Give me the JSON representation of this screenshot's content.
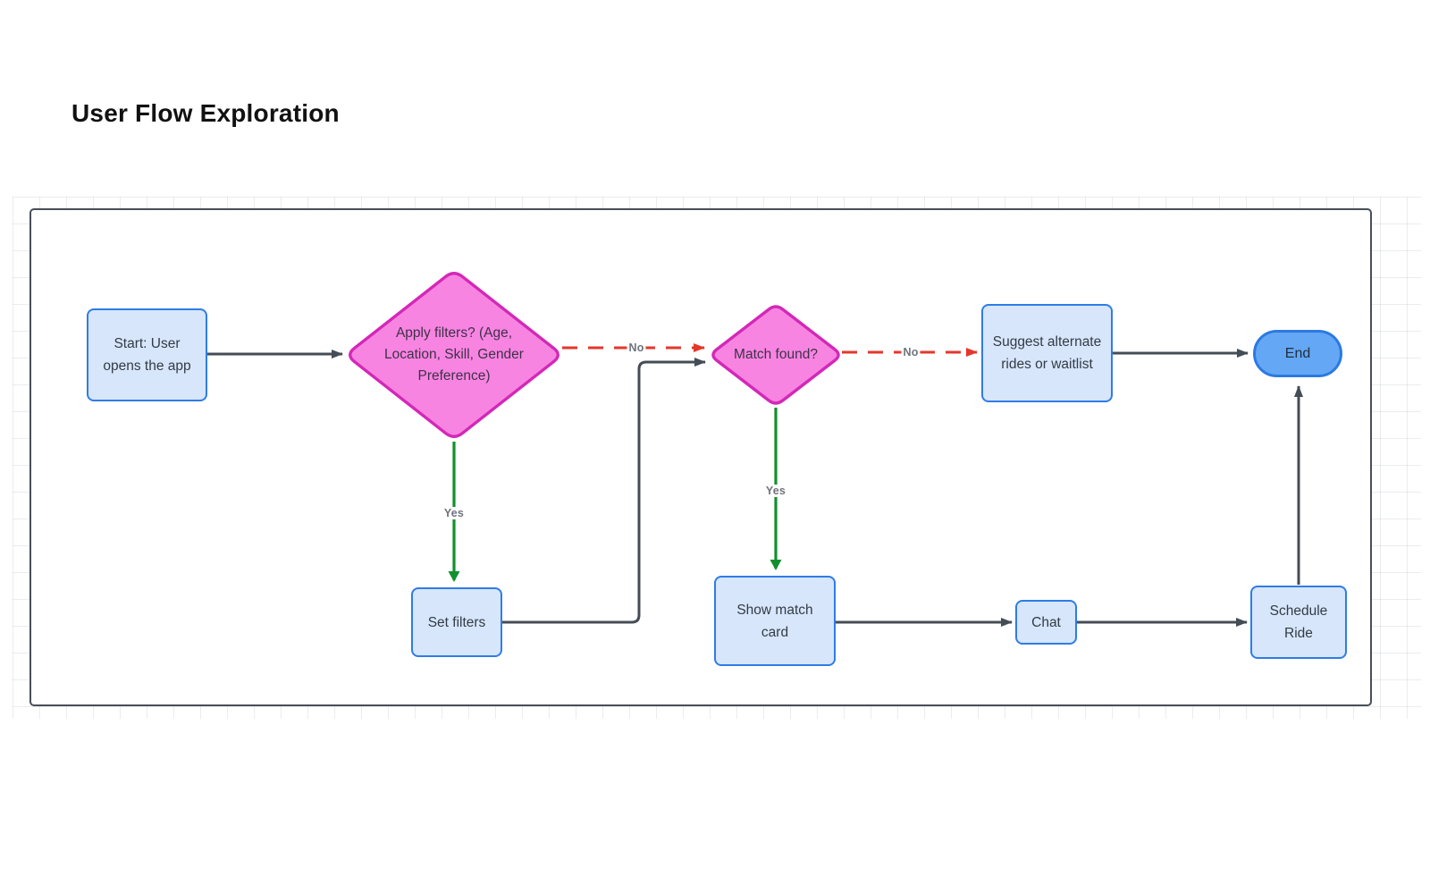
{
  "page": {
    "title": "User Flow Exploration"
  },
  "diagram": {
    "nodes": {
      "start": {
        "label": "Start: User opens the app",
        "type": "process"
      },
      "apply_filters": {
        "label": "Apply filters? (Age, Location, Skill, Gender Preference)",
        "type": "decision"
      },
      "match_found": {
        "label": "Match found?",
        "type": "decision"
      },
      "suggest": {
        "label": "Suggest alternate rides or waitlist",
        "type": "process"
      },
      "end": {
        "label": "End",
        "type": "terminal"
      },
      "set_filters": {
        "label": "Set filters",
        "type": "process"
      },
      "show_match_card": {
        "label": "Show match card",
        "type": "process"
      },
      "chat": {
        "label": "Chat",
        "type": "process"
      },
      "schedule_ride": {
        "label": "Schedule Ride",
        "type": "process"
      }
    },
    "edge_labels": {
      "apply_no": "No",
      "apply_yes": "Yes",
      "match_no": "No",
      "match_yes": "Yes"
    }
  },
  "colors": {
    "node_fill": "#d7e6fb",
    "node_border": "#2f7ce6",
    "decision_fill": "#f884e2",
    "decision_border": "#d328b8",
    "terminal_fill": "#63a7f5",
    "terminal_border": "#2b7ae2",
    "edge_dark": "#444c55",
    "edge_red": "#e5362b",
    "edge_green": "#12902e",
    "label_gray": "#6e747b",
    "text_dark": "#333b46",
    "decision_text": "#3e3147",
    "title_color": "#111111",
    "canvas_border": "#474f58"
  }
}
